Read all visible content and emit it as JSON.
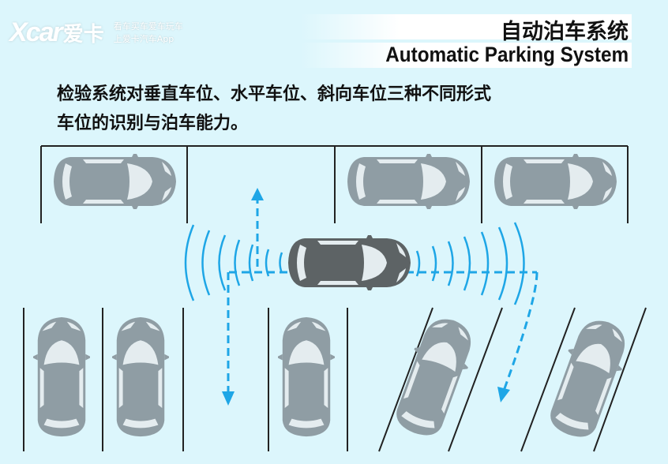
{
  "logo": {
    "brand": "Xcar",
    "brand_cn": "爱卡",
    "slogan_line1": "看车买车爱车玩车",
    "slogan_line2": "上爱卡汽车App"
  },
  "header": {
    "title_cn": "自动泊车系统",
    "title_en": "Automatic Parking System"
  },
  "description": {
    "line1": "检验系统对垂直车位、水平车位、斜向车位三种不同形式",
    "line2": "车位的识别与泊车能力。"
  },
  "colors": {
    "background": "#dcf6fc",
    "sonar": "#1ea6e6",
    "parked_car": "#8f9da4",
    "main_car": "#5d6365"
  }
}
